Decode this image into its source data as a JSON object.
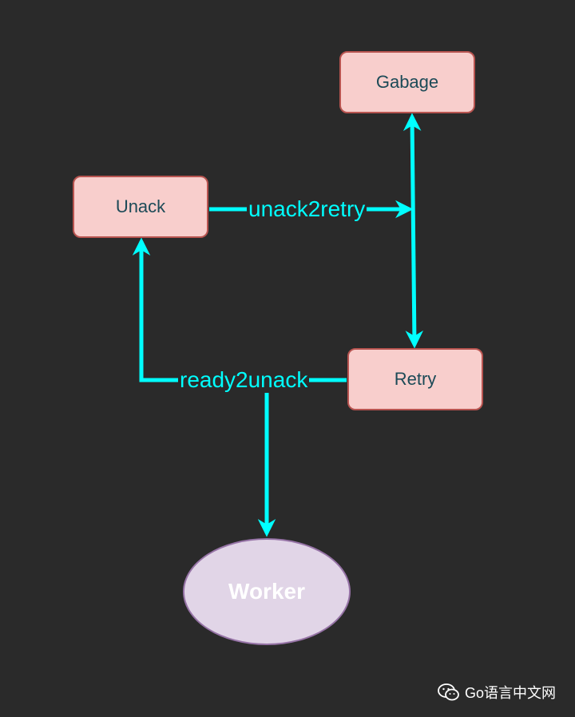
{
  "nodes": {
    "gabage": "Gabage",
    "unack": "Unack",
    "retry": "Retry",
    "worker": "Worker"
  },
  "edges": {
    "unack2retry": "unack2retry",
    "ready2unack": "ready2unack"
  },
  "watermark": {
    "text": "Go语言中文网",
    "icon": "wechat-icon"
  },
  "colors": {
    "background": "#2a2a2a",
    "node_fill": "#f8cecc",
    "node_border": "#b85450",
    "node_text": "#1c4a57",
    "worker_fill": "#e1d5e7",
    "worker_border": "#9673a6",
    "edge": "#00ffff"
  }
}
